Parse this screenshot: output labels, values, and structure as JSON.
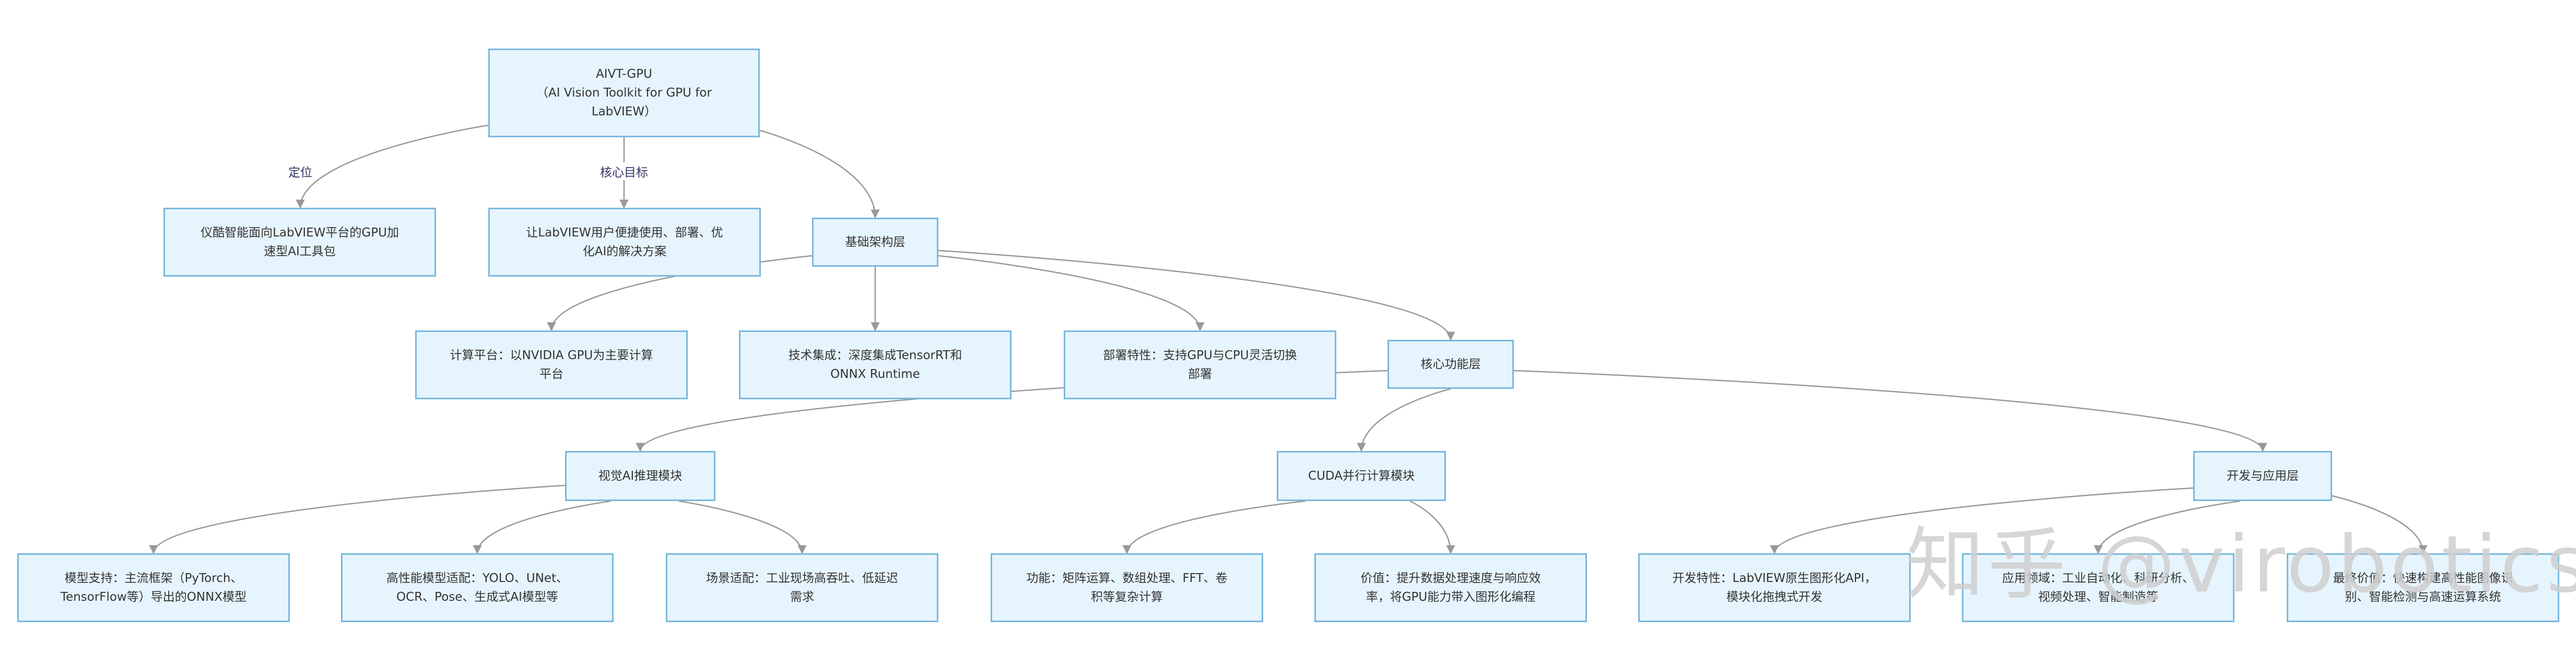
{
  "nodes": {
    "root": "AIVT-GPU\n（AI Vision Toolkit for GPU for\nLabVIEW）",
    "positioning": "仪酷智能面向LabVIEW平台的GPU加\n速型AI工具包",
    "core_goal": "让LabVIEW用户便捷使用、部署、优\n化AI的解决方案",
    "infra_layer": "基础架构层",
    "compute_platform": "计算平台：以NVIDIA GPU为主要计算\n平台",
    "tech_integration": "技术集成：深度集成TensorRT和\nONNX Runtime",
    "deployment": "部署特性：支持GPU与CPU灵活切换\n部署",
    "core_layer": "核心功能层",
    "vision_module": "视觉AI推理模块",
    "cuda_module": "CUDA并行计算模块",
    "dev_layer": "开发与应用层",
    "model_support": "模型支持：主流框架（PyTorch、\nTensorFlow等）导出的ONNX模型",
    "high_perf": "高性能模型适配：YOLO、UNet、\nOCR、Pose、生成式AI模型等",
    "scene_adapt": "场景适配：工业现场高吞吐、低延迟\n需求",
    "function": "功能：矩阵运算、数组处理、FFT、卷\n积等复杂计算",
    "value": "价值：提升数据处理速度与响应效\n率，将GPU能力带入图形化编程",
    "dev_feature": "开发特性：LabVIEW原生图形化API，\n模块化拖拽式开发",
    "app_field": "应用领域：工业自动化、科研分析、\n视频处理、智能制造等",
    "final_value": "最终价值：快速构建高性能图像识\n别、智能检测与高速运算系统"
  },
  "edge_labels": {
    "positioning": "定位",
    "core_goal": "核心目标"
  },
  "watermark": "知乎 @virobotics",
  "colors": {
    "node_fill": "#e6f4fd",
    "node_border": "#7ab8dc",
    "edge": "#999999"
  }
}
